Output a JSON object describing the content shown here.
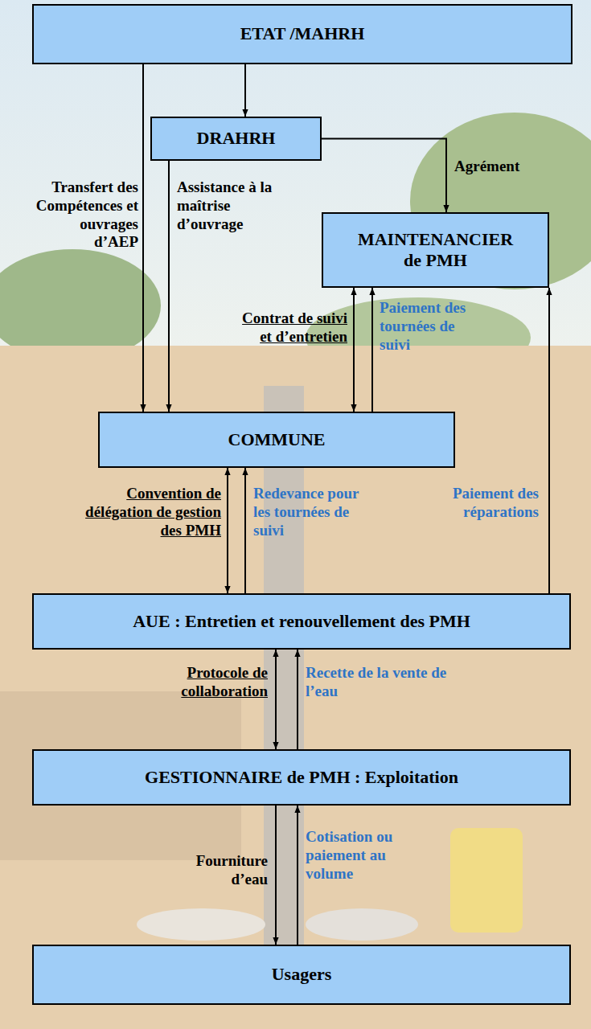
{
  "diagram": {
    "nodes": [
      {
        "text": [
          "ETAT /MAHRH"
        ]
      },
      {
        "text": [
          "DRAHRH"
        ]
      },
      {
        "text": [
          "MAINTENANCIER de PMH"
        ]
      },
      {
        "text": [
          "COMMUNE"
        ]
      },
      {
        "text": [
          "AUE : Entretien et renouvellement des PMH"
        ]
      },
      {
        "text": [
          "GESTIONNAIRE de PMH : Exploitation"
        ]
      },
      {
        "text": [
          "Usagers"
        ]
      }
    ],
    "edges": [
      {
        "from": 0,
        "to": 1,
        "arrow": "to"
      },
      {
        "from": 0,
        "to": 3,
        "label": "Transfert des Compétences et ouvrages d’AEP",
        "arrow": "to"
      },
      {
        "from": 1,
        "to": 3,
        "label": "Assistance à la maîtrise d’ouvrage",
        "arrow": "to"
      },
      {
        "from": 1,
        "to": 2,
        "label": "Agrément",
        "arrow": "to"
      },
      {
        "from": 3,
        "to": 2,
        "label": "Contrat de suivi et d’entretien",
        "arrow": "both"
      },
      {
        "from": 3,
        "to": 2,
        "label": "Paiement des tournées de suivi",
        "arrow": "to"
      },
      {
        "from": 3,
        "to": 4,
        "label": "Convention de délégation de gestion des PMH",
        "arrow": "both"
      },
      {
        "from": 4,
        "to": 3,
        "label": "Redevance pour les tournées de suivi",
        "arrow": "to"
      },
      {
        "from": 4,
        "to": 2,
        "label": "Paiement des réparations",
        "arrow": "to"
      },
      {
        "from": 4,
        "to": 5,
        "label": "Protocole de collaboration",
        "arrow": "both"
      },
      {
        "from": 5,
        "to": 4,
        "label": "Recette de la vente de l’eau",
        "arrow": "to"
      },
      {
        "from": 5,
        "to": 6,
        "label": "Fourniture d’eau",
        "arrow": "to"
      },
      {
        "from": 6,
        "to": 5,
        "label": "Cotisation ou paiement au volume",
        "arrow": "to"
      }
    ]
  }
}
